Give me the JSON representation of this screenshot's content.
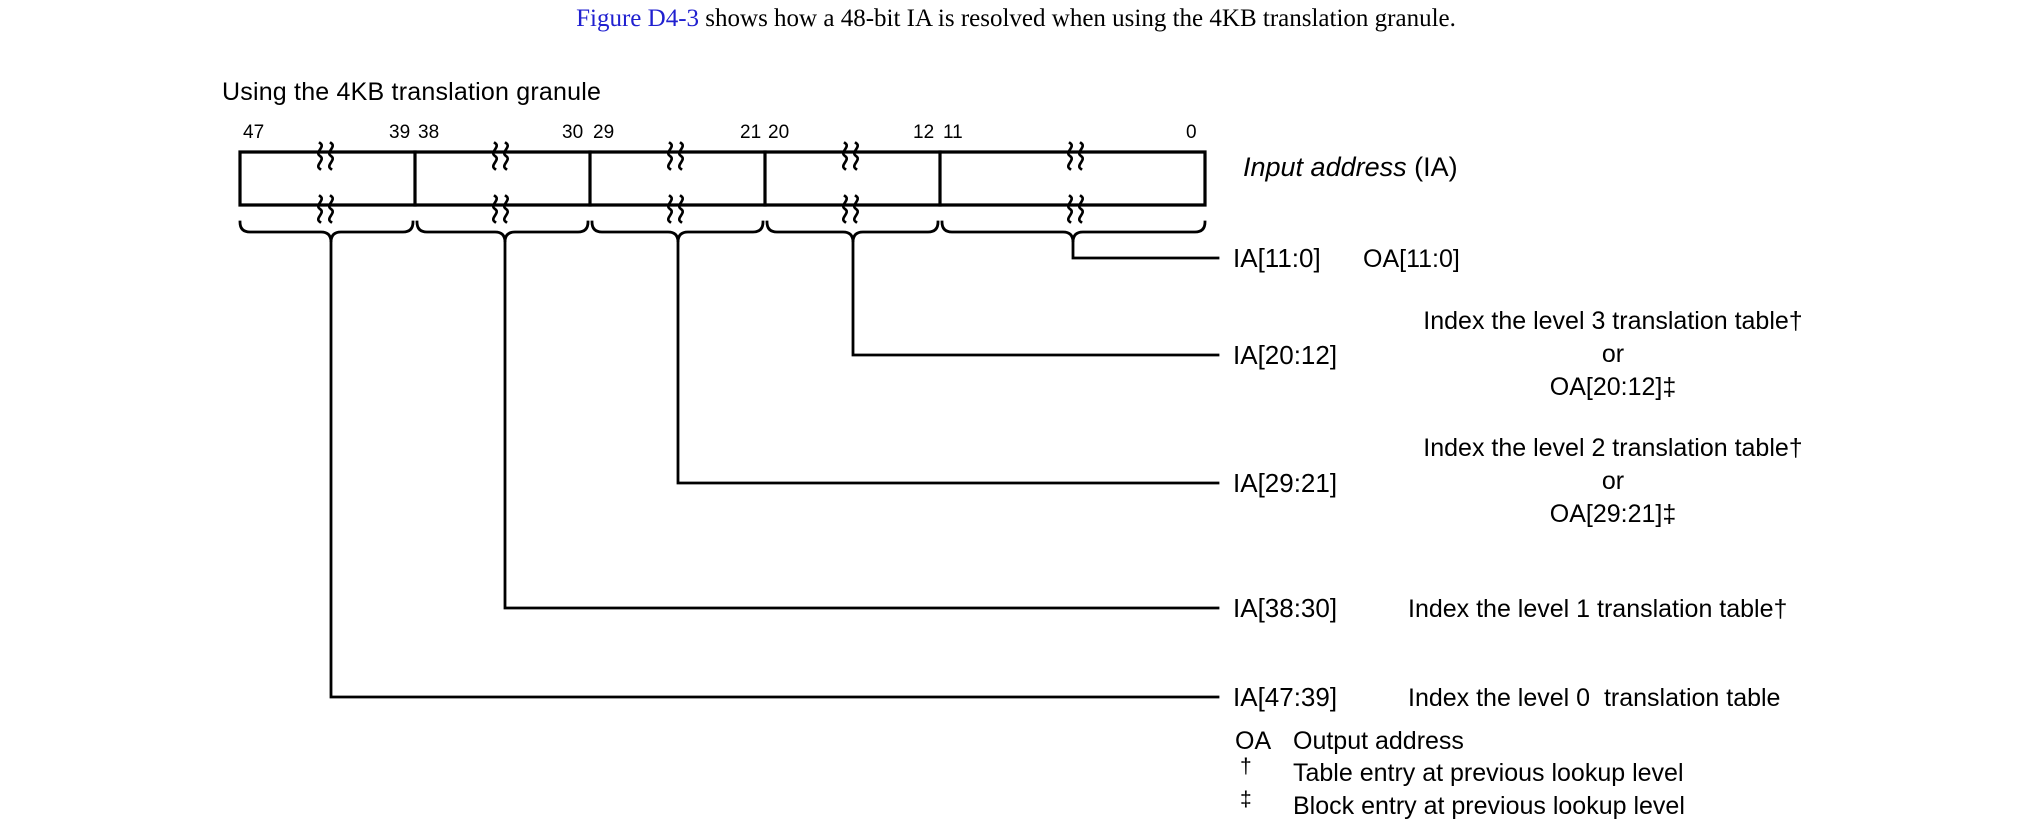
{
  "intro": {
    "link_text": "Figure D4-3",
    "rest_text": " shows how a 48-bit IA is resolved when using the 4KB translation granule.",
    "link_color": "#2020d0"
  },
  "diagram": {
    "title": "Using the 4KB translation granule",
    "field_label": {
      "italic_part": "Input address",
      "plain_part": " (IA)"
    },
    "bit_numbers": [
      "47",
      "39",
      "38",
      "30",
      "29",
      "21",
      "20",
      "12",
      "11",
      "0"
    ],
    "rows": [
      {
        "range": "IA[11:0]",
        "desc_lines": [
          "OA[11:0]"
        ],
        "dagger": "",
        "double_dagger": ""
      },
      {
        "range": "IA[20:12]",
        "desc_lines": [
          "Index the level 3 translation table†",
          "or",
          "OA[20:12]‡"
        ],
        "dagger": "†",
        "double_dagger": "‡"
      },
      {
        "range": "IA[29:21]",
        "desc_lines": [
          "Index the level 2 translation table†",
          "or",
          "OA[29:21]‡"
        ],
        "dagger": "†",
        "double_dagger": "‡"
      },
      {
        "range": "IA[38:30]",
        "desc_lines": [
          "Index the level 1 translation table†"
        ],
        "dagger": "†",
        "double_dagger": ""
      },
      {
        "range": "IA[47:39]",
        "desc_lines": [
          "Index the level 0  translation table"
        ],
        "dagger": "",
        "double_dagger": ""
      }
    ],
    "legend": [
      {
        "key": "OA",
        "text": "Output address"
      },
      {
        "key": "†",
        "text": "Table entry at previous lookup level"
      },
      {
        "key": "‡",
        "text": "Block entry at previous lookup level"
      }
    ]
  },
  "style": {
    "stroke": "#000000",
    "background": "#ffffff"
  }
}
